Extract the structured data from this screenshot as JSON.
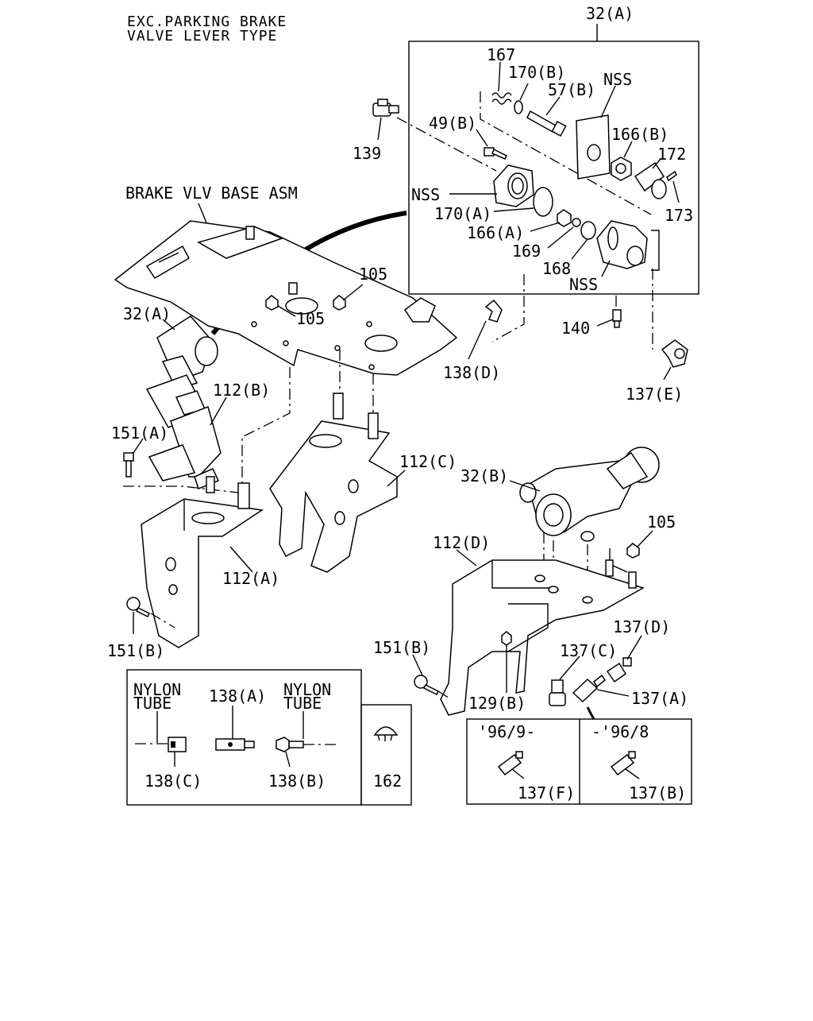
{
  "header": {
    "line1": "EXC.PARKING BRAKE",
    "line2": "VALVE LEVER TYPE"
  },
  "base_asm_label": "BRAKE VLV BASE ASM",
  "callouts": {
    "c32a_top": "32(A)",
    "c167": "167",
    "c170b": "170(B)",
    "c57b": "57(B)",
    "c_nss1": "NSS",
    "c49b": "49(B)",
    "c166b": "166(B)",
    "c172": "172",
    "c139": "139",
    "c_nss2": "NSS",
    "c170a": "170(A)",
    "c173": "173",
    "c166a": "166(A)",
    "c169": "169",
    "c168": "168",
    "c_nss3": "NSS",
    "c105a": "105",
    "c105b": "105",
    "c32a_left": "32(A)",
    "c140": "140",
    "c138d": "138(D)",
    "c137e": "137(E)",
    "c112b": "112(B)",
    "c151a": "151(A)",
    "c112c": "112(C)",
    "c32b": "32(B)",
    "c105c": "105",
    "c112a": "112(A)",
    "c112d": "112(D)",
    "c151b_left": "151(B)",
    "c137d": "137(D)",
    "c151b_mid": "151(B)",
    "c137c": "137(C)",
    "c129b": "129(B)",
    "c137a": "137(A)"
  },
  "inset_tubes": {
    "nylon_tube_1a": "NYLON",
    "nylon_tube_1b": "TUBE",
    "c138a": "138(A)",
    "nylon_tube_2a": "NYLON",
    "nylon_tube_2b": "TUBE",
    "c138c": "138(C)",
    "c138b": "138(B)",
    "c162": "162"
  },
  "inset_dates": {
    "date_new": "'96/9-",
    "date_old": "-'96/8",
    "c137f": "137(F)",
    "c137b": "137(B)"
  }
}
